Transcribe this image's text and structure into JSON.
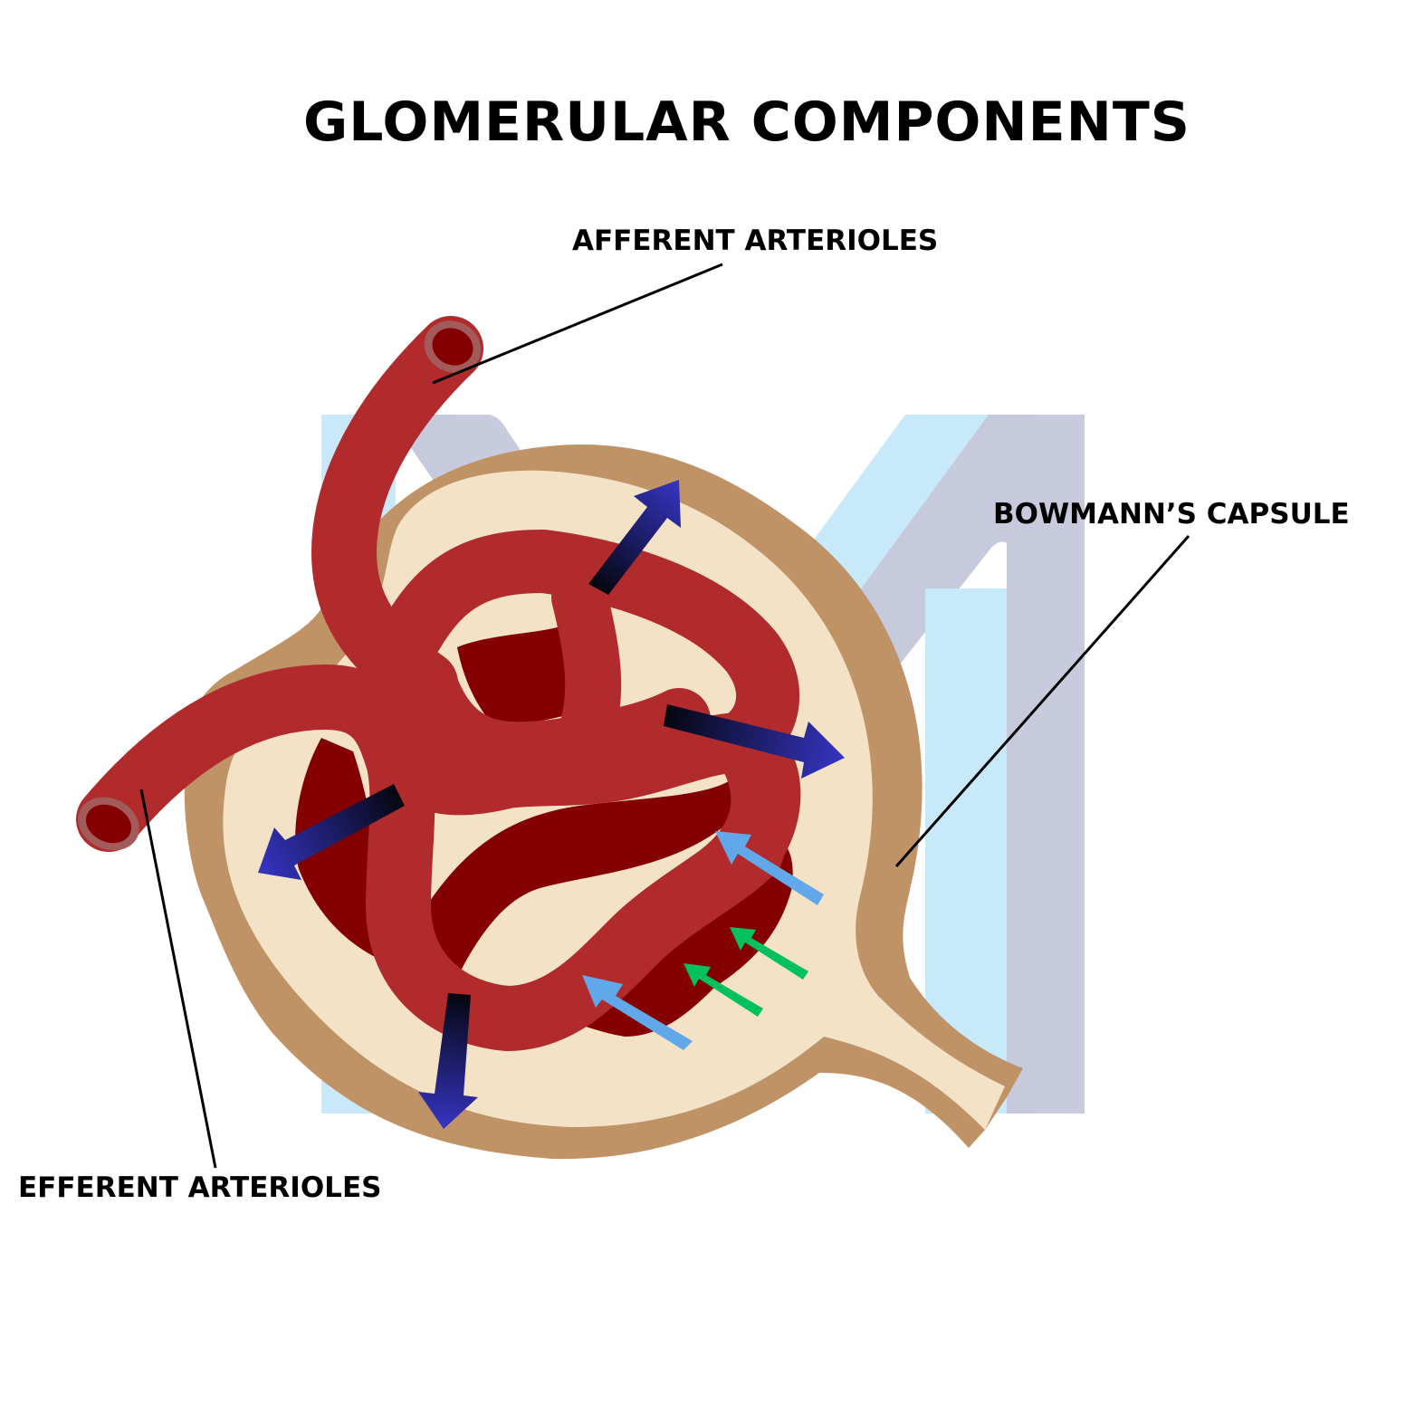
{
  "title": "GLOMERULAR COMPONENTS",
  "labels": {
    "afferent": "AFFERENT ARTERIOLES",
    "bowman": "BOWMANN’S CAPSULE",
    "efferent": "EFFERENT ARTERIOLES"
  },
  "colors": {
    "capsule_outer": "#bf9366",
    "capsule_inner": "#f4e2c6",
    "vessel": "#b12b2d",
    "vessel_dark": "#840000",
    "vessel_rim": "#a35a5a",
    "arrow_dark": "#060610",
    "arrow_blue": "#3434c0",
    "arrow_light_blue": "#60a8ea",
    "arrow_green": "#00c060",
    "watermark_light": "#c6e8fa",
    "watermark_grey": "#c4c8db"
  }
}
